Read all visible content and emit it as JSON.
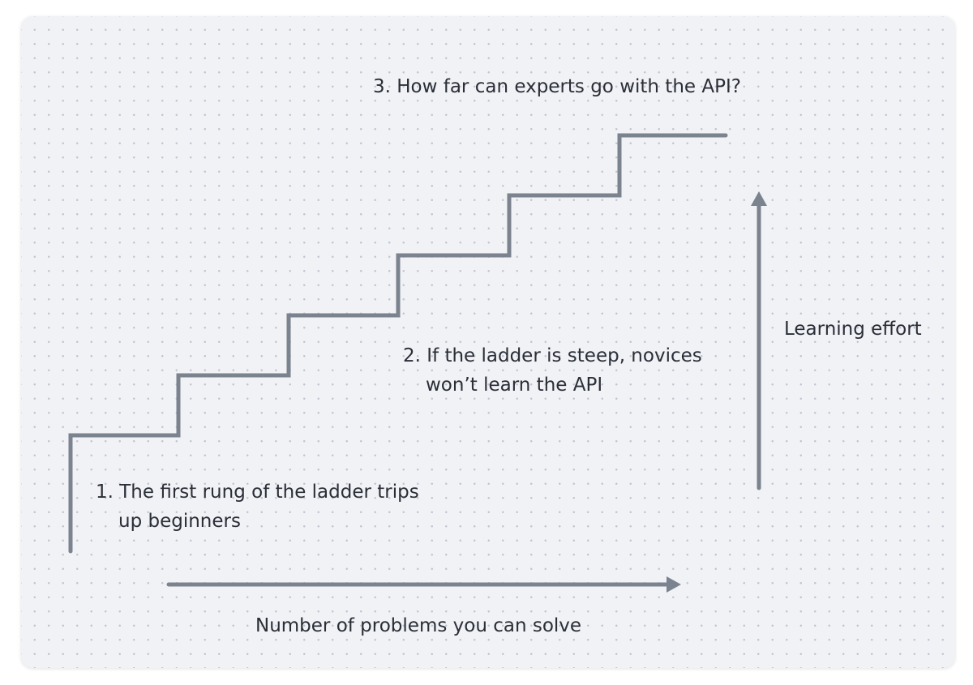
{
  "annotations": {
    "first_rung": {
      "line1": "1. The first rung of the ladder trips",
      "line2": "up beginners"
    },
    "steep_ladder": {
      "line1": "2. If the ladder is steep, novices",
      "line2": "won’t learn the API"
    },
    "experts": "3. How far can experts go with the API?"
  },
  "axes": {
    "x_label": "Number of problems you can solve",
    "y_label": "Learning effort"
  },
  "colors": {
    "board_background": "#f1f2f6",
    "dot_grid": "#c3c6cf",
    "stroke": "#7b838f",
    "text": "#2a2e37"
  }
}
